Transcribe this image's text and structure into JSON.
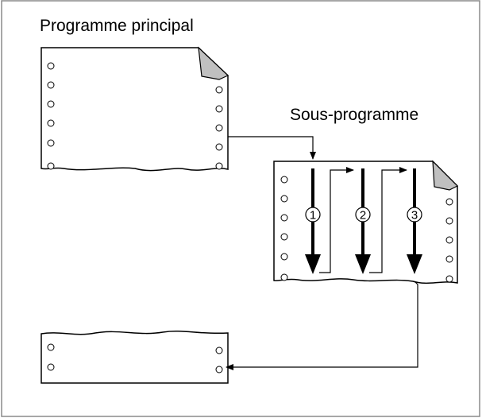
{
  "main_program_label": "Programme principal",
  "subroutine_label": "Sous-programme",
  "steps": [
    {
      "number": "1"
    },
    {
      "number": "2"
    },
    {
      "number": "3"
    }
  ],
  "colors": {
    "line": "#000000",
    "paper": "#ffffff",
    "fold": "#c0c0c0",
    "frame": "#8a8a8a"
  }
}
